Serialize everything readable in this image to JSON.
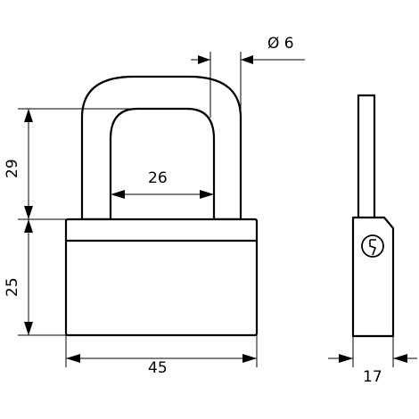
{
  "dimensions": {
    "shackle_diameter": "Ø 6",
    "shackle_inner_width": "26",
    "shackle_clearance": "29",
    "body_height": "25",
    "body_width": "45",
    "body_thickness": "17"
  },
  "colors": {
    "line": "#000000",
    "background": "#ffffff"
  },
  "icons": [
    "padlock-front-view",
    "padlock-side-view",
    "keyhole-icon"
  ]
}
